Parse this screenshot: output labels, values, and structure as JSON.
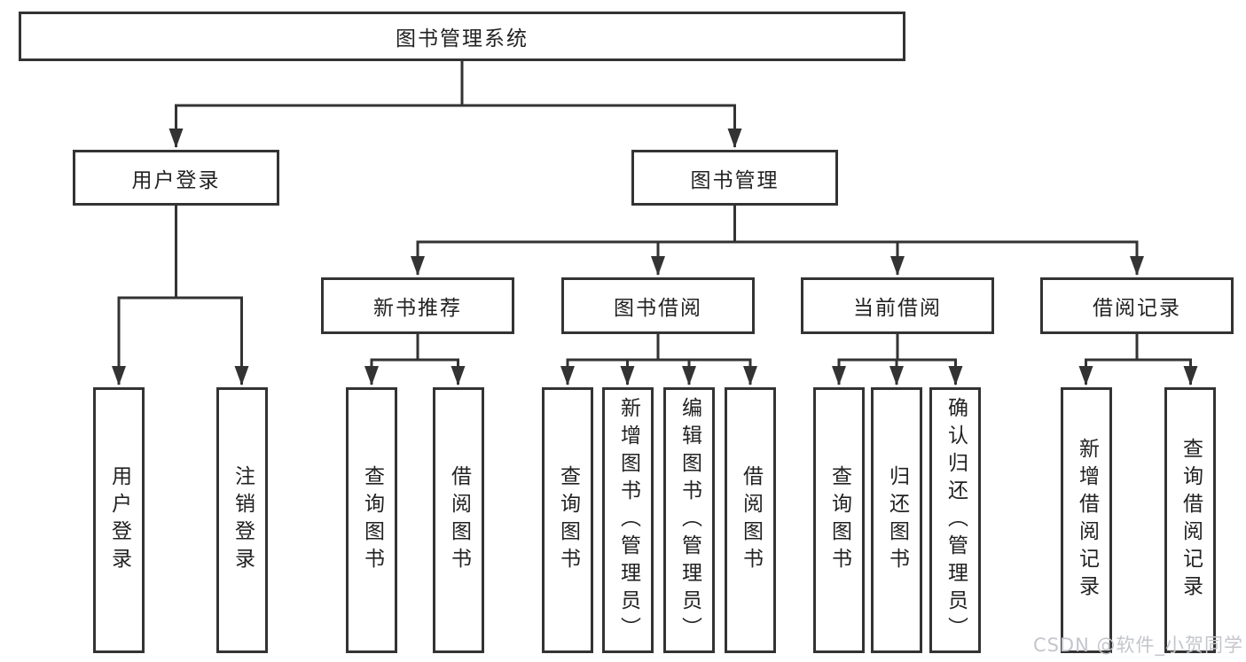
{
  "diagram": {
    "tree": {
      "root": {
        "label": "图书管理系统"
      },
      "children": [
        {
          "label": "用户登录",
          "children": [
            {
              "label": "用户登录"
            },
            {
              "label": "注销登录"
            }
          ]
        },
        {
          "label": "图书管理",
          "children": [
            {
              "label": "新书推荐",
              "children": [
                {
                  "label": "查询图书"
                },
                {
                  "label": "借阅图书"
                }
              ]
            },
            {
              "label": "图书借阅",
              "children": [
                {
                  "label": "查询图书"
                },
                {
                  "label": "新增图书（管理员）"
                },
                {
                  "label": "编辑图书（管理员）"
                },
                {
                  "label": "借阅图书"
                }
              ]
            },
            {
              "label": "当前借阅",
              "children": [
                {
                  "label": "查询图书"
                },
                {
                  "label": "归还图书"
                },
                {
                  "label": "确认归还（管理员）"
                }
              ]
            },
            {
              "label": "借阅记录",
              "children": [
                {
                  "label": "新增借阅记录"
                },
                {
                  "label": "查询借阅记录"
                }
              ]
            }
          ]
        }
      ]
    },
    "colors": {
      "line": "#333333",
      "node_border": "#333333",
      "node_text": "#222222",
      "background": "#ffffff",
      "watermark_text_color": "#c3c6cb"
    }
  },
  "watermark": {
    "text": "CSDN @软件_小贺同学"
  }
}
